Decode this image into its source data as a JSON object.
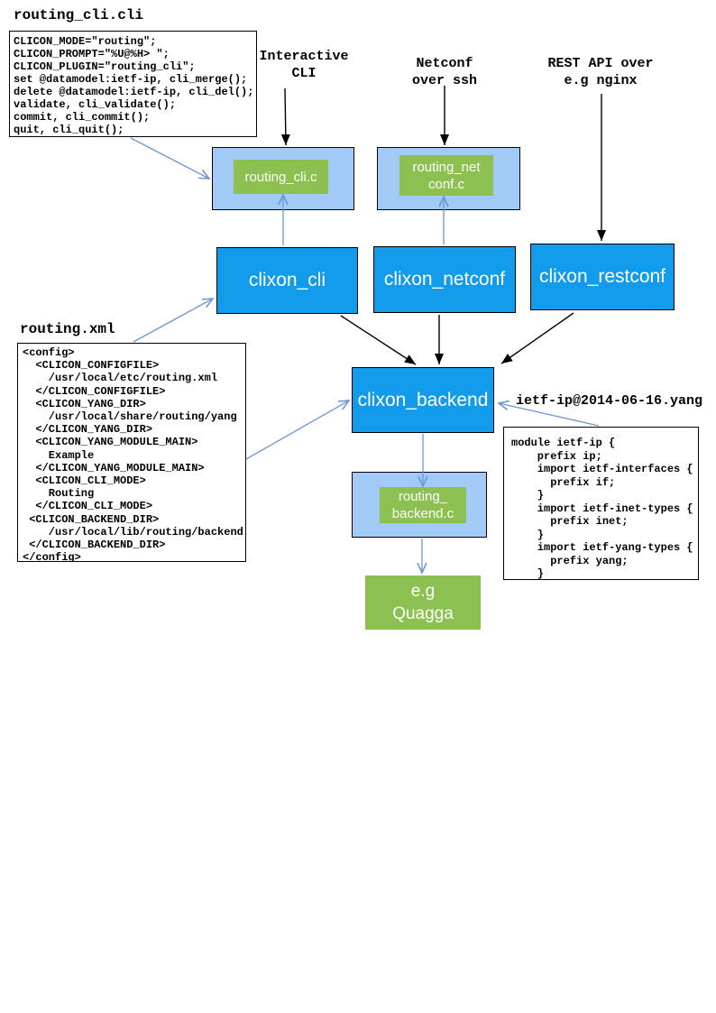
{
  "colors": {
    "node_blue": "#129BEA",
    "panel_blue": "#A1CAF6",
    "green": "#8CC152",
    "edge_blue": "#6E96D6",
    "edge_black": "#000000"
  },
  "files": {
    "cli": {
      "title": "routing_cli.cli",
      "code": "CLICON_MODE=\"routing\";\nCLICON_PROMPT=\"%U@%H> \";\nCLICON_PLUGIN=\"routing_cli\";\nset @datamodel:ietf-ip, cli_merge();\ndelete @datamodel:ietf-ip, cli_del();\nvalidate, cli_validate();\ncommit, cli_commit();\nquit, cli_quit();"
    },
    "xml": {
      "title": "routing.xml",
      "code": "<config>\n  <CLICON_CONFIGFILE>\n    /usr/local/etc/routing.xml\n  </CLICON_CONFIGFILE>\n  <CLICON_YANG_DIR>\n    /usr/local/share/routing/yang\n  </CLICON_YANG_DIR>\n  <CLICON_YANG_MODULE_MAIN>\n    Example\n  </CLICON_YANG_MODULE_MAIN>\n  <CLICON_CLI_MODE>\n    Routing\n  </CLICON_CLI_MODE>\n <CLICON_BACKEND_DIR>\n    /usr/local/lib/routing/backend\n </CLICON_BACKEND_DIR>\n</config>"
    },
    "yang": {
      "title": "ietf-ip@2014-06-16.yang",
      "code": "module ietf-ip {\n    prefix ip;\n    import ietf-interfaces {\n      prefix if;\n    }\n    import ietf-inet-types {\n      prefix inet;\n    }\n    import ietf-yang-types {\n      prefix yang;\n    }"
    }
  },
  "labels": {
    "interactive": "Interactive\nCLI",
    "netconf": "Netconf\nover ssh",
    "rest": "REST API over\ne.g nginx"
  },
  "nodes": {
    "routing_cli_c": "routing_cli.c",
    "routing_netconf_c": "routing_net\nconf.c",
    "clixon_cli": "clixon_cli",
    "clixon_netconf": "clixon_netconf",
    "clixon_restconf": "clixon_restconf",
    "clixon_backend": "clixon_backend",
    "routing_backend_c": "routing_\nbackend.c",
    "quagga": "e.g\nQuagga"
  }
}
